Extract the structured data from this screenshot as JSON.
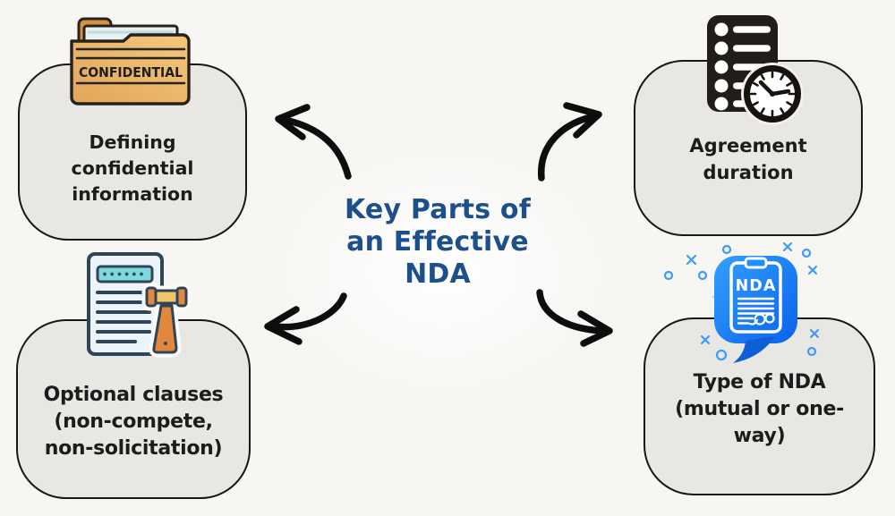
{
  "title": {
    "full_text": "Key Parts of an Effective NDA",
    "lines": [
      "Key Parts of",
      "an Effective",
      "NDA"
    ],
    "color": "#1d4f8b"
  },
  "boxes": {
    "top_left": {
      "lines": [
        "Defining",
        "confidential",
        "information"
      ],
      "icon": "confidential-folder-icon",
      "folder_label": "CONFIDENTIAL"
    },
    "top_right": {
      "lines": [
        "Agreement",
        "duration"
      ],
      "icon": "checklist-clock-icon"
    },
    "bottom_left": {
      "lines": [
        "Optional clauses",
        "(non-compete,",
        "non-solicitation)"
      ],
      "icon": "document-gavel-icon"
    },
    "bottom_right": {
      "lines": [
        "Type of NDA",
        "(mutual or one-",
        "way)"
      ],
      "icon": "nda-speech-bubble-icon",
      "badge_text": "NDA"
    }
  },
  "colors": {
    "background": "#f7f6f3",
    "box_fill": "#e9e7e3",
    "box_border": "#171717",
    "title_blue": "#1d4f8b",
    "arrow_black": "#0d0d0d",
    "folder_tan": "#ecba6e",
    "folder_flap": "#d6913e",
    "doc_outline_navy": "#2e4457",
    "doc_teal": "#7fd8db",
    "gavel_orange": "#e1883e",
    "gavel_gold": "#f2c667",
    "bubble_blue_light": "#33a0ff",
    "bubble_blue_dark": "#0b62ea",
    "decoration_blue": "#3e9bfb"
  }
}
